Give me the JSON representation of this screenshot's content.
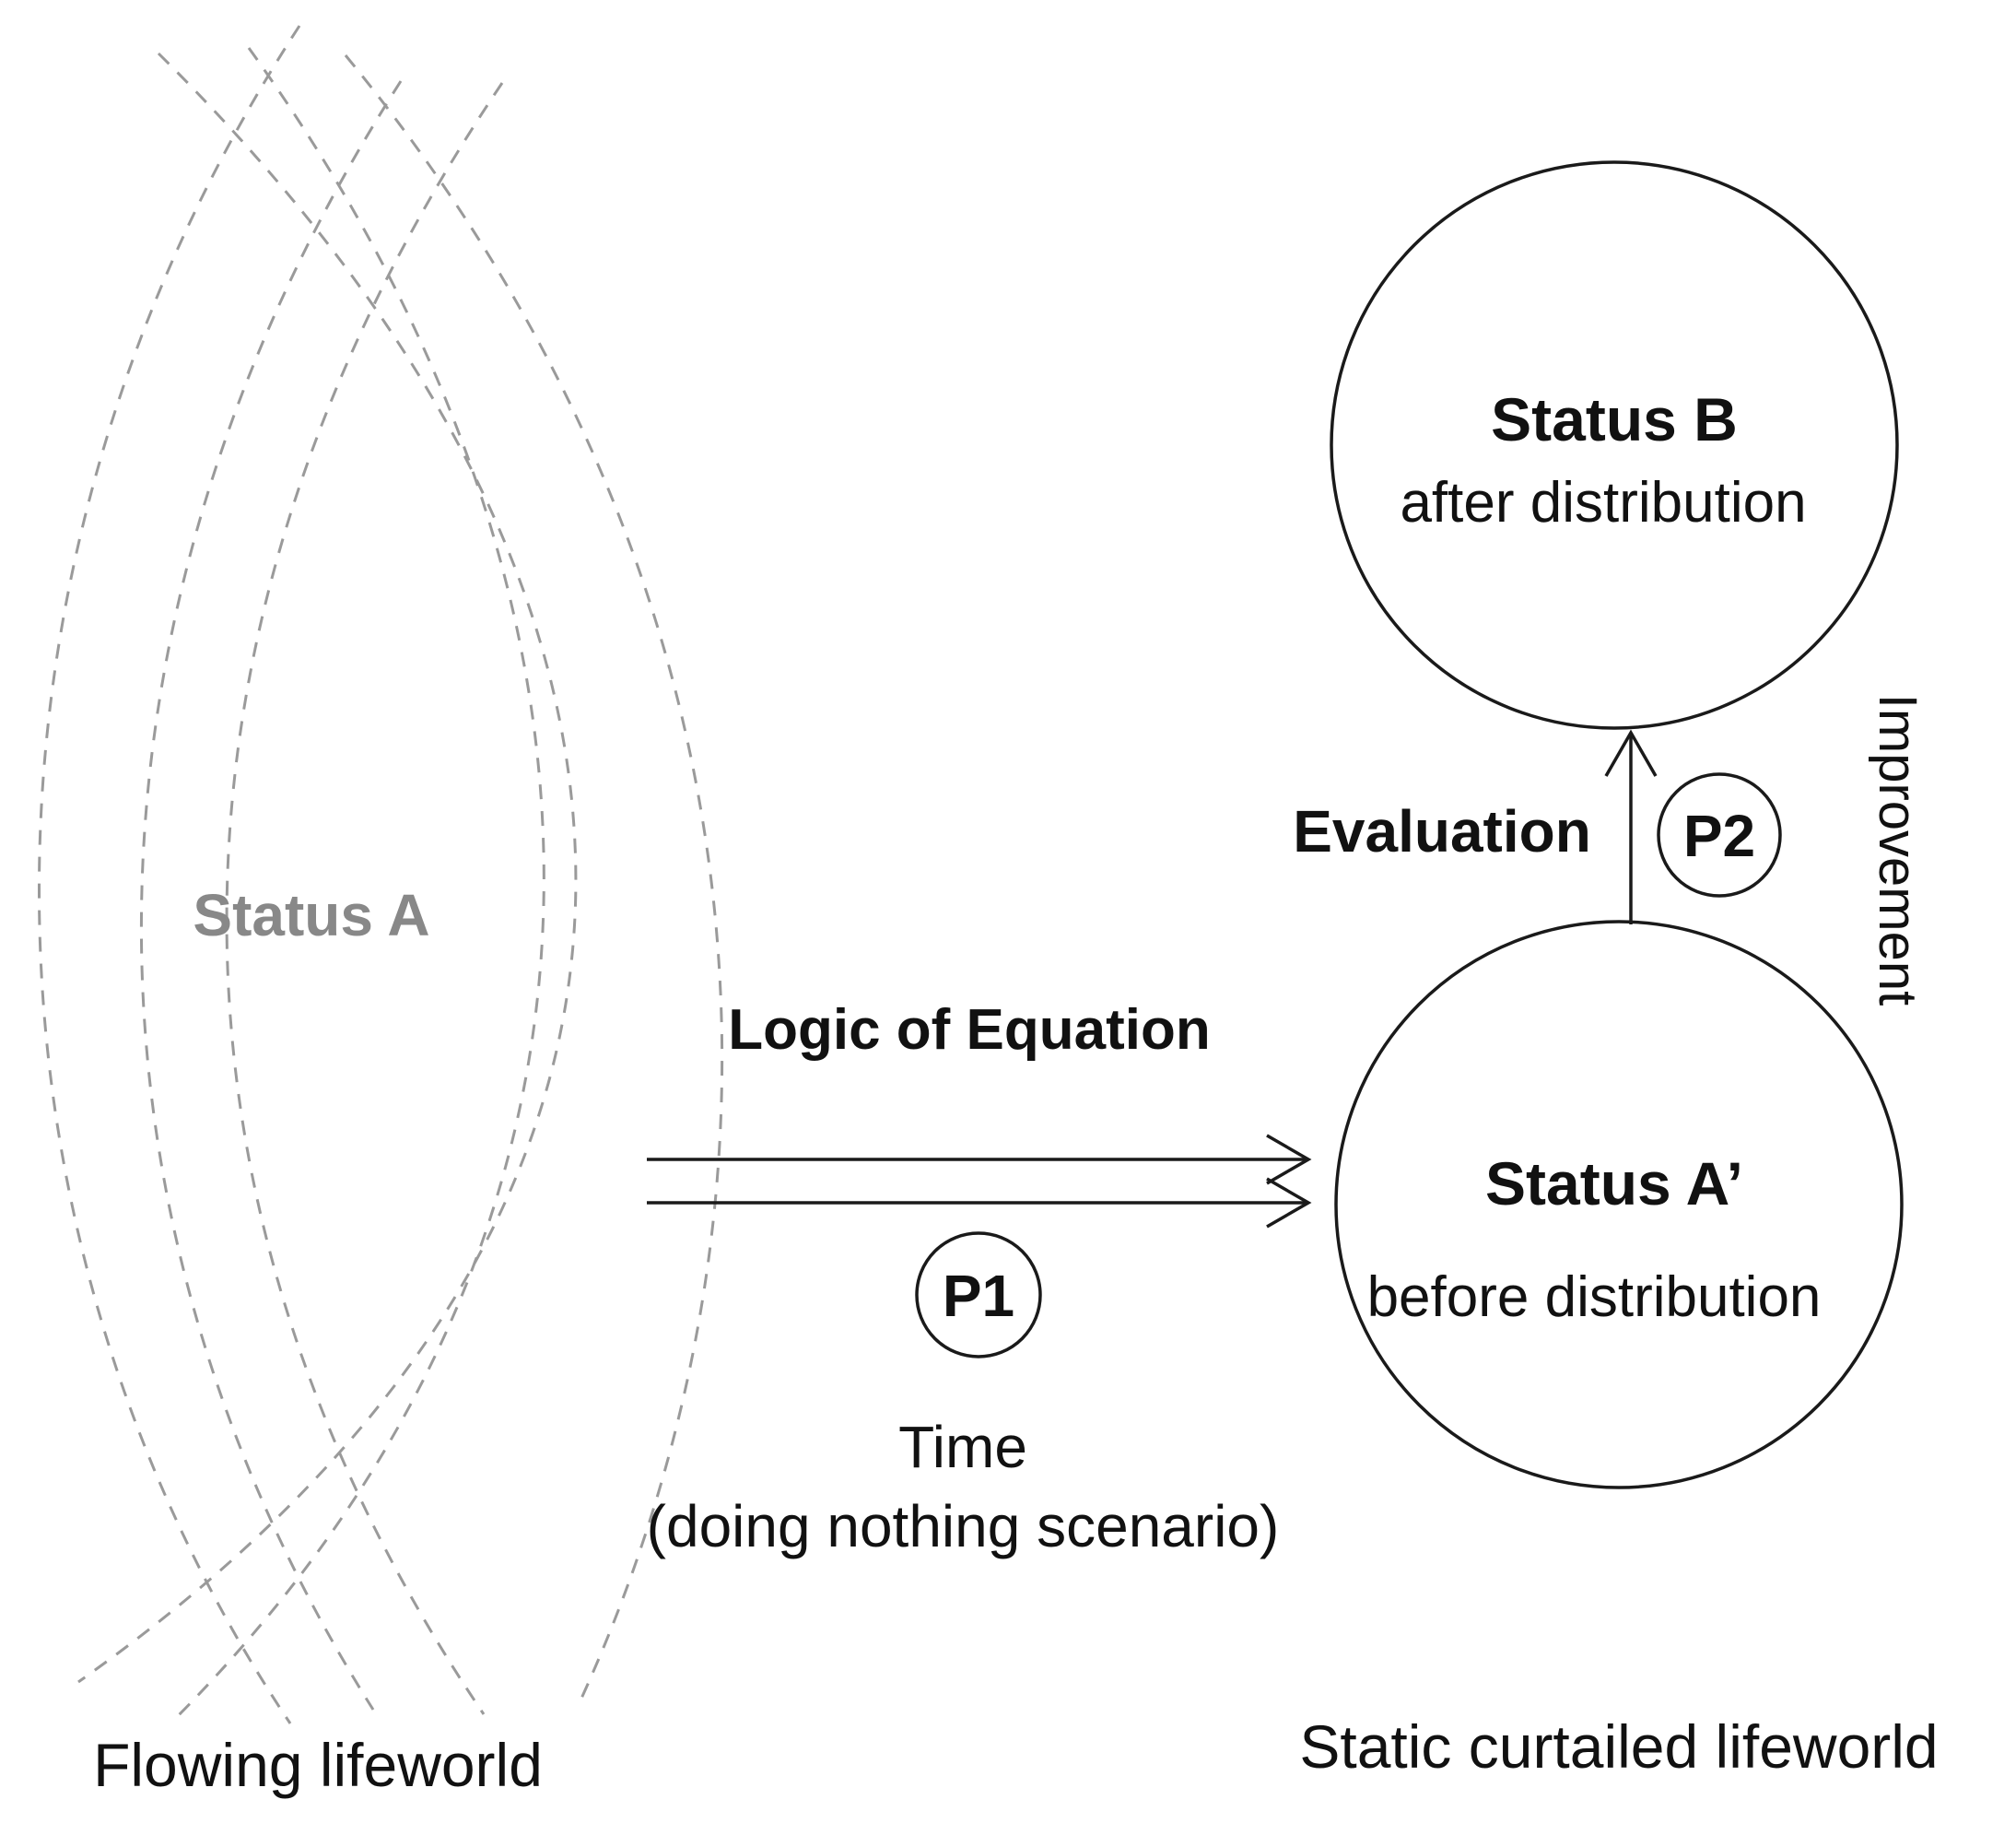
{
  "left_region": {
    "status_label": "Status A",
    "caption": "Flowing lifeworld"
  },
  "arrow_main": {
    "title": "Logic of Equation",
    "badge": "P1",
    "caption_line1": "Time",
    "caption_line2": "(doing nothing scenario)"
  },
  "status_a_prime": {
    "title": "Status A’",
    "subtitle": "before distribution"
  },
  "status_b": {
    "title": "Status B",
    "subtitle": "after distribution"
  },
  "arrow_up": {
    "left_label": "Evaluation",
    "badge": "P2",
    "side_label": "Improvement"
  },
  "right_region": {
    "caption": "Static curtailed lifeworld"
  }
}
